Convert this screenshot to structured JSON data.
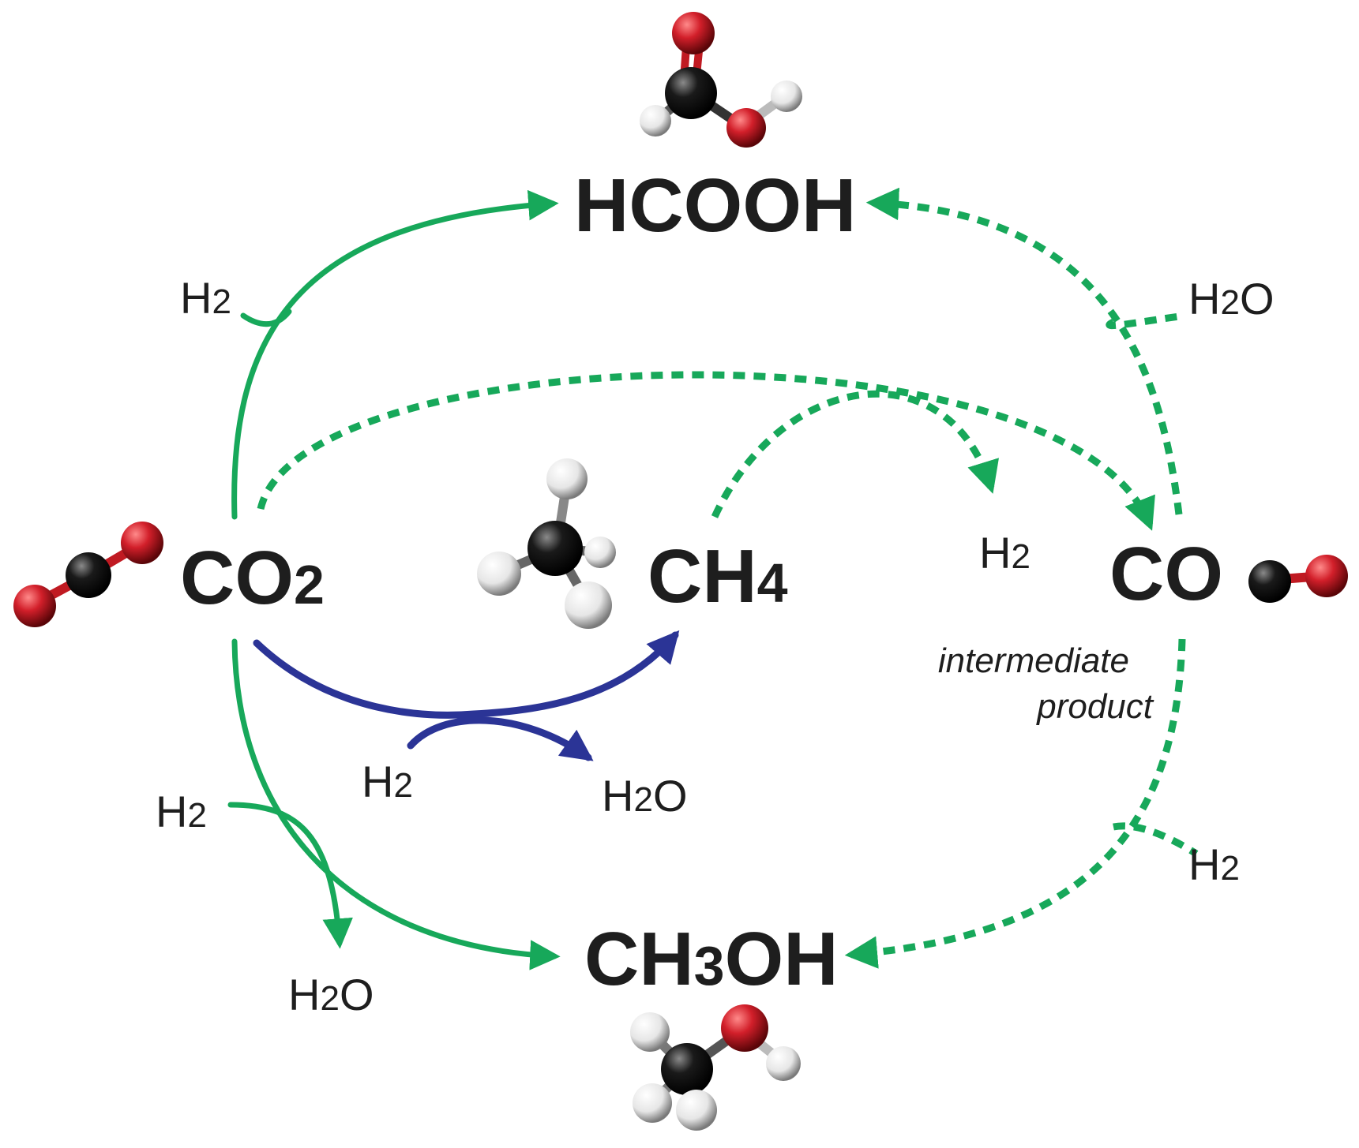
{
  "species": {
    "co2": "CO",
    "co2_sub": "2",
    "ch4": "CH",
    "ch4_sub": "4",
    "co": "CO",
    "hcooh": "HCOOH",
    "ch3oh_a": "CH",
    "ch3oh_sub": "3",
    "ch3oh_b": "OH"
  },
  "reagents": {
    "h2": "H",
    "h2_sub": "2",
    "h2o_a": "H",
    "h2o_sub": "2",
    "h2o_b": "O"
  },
  "notes": {
    "intermediate_line1": "intermediate",
    "intermediate_line2": "product"
  },
  "colors": {
    "green": "#17a85a",
    "blue": "#2b3496",
    "oxygen": "#d21f2a",
    "carbon": "#111111",
    "hydrogen": "#f2f2f2"
  }
}
